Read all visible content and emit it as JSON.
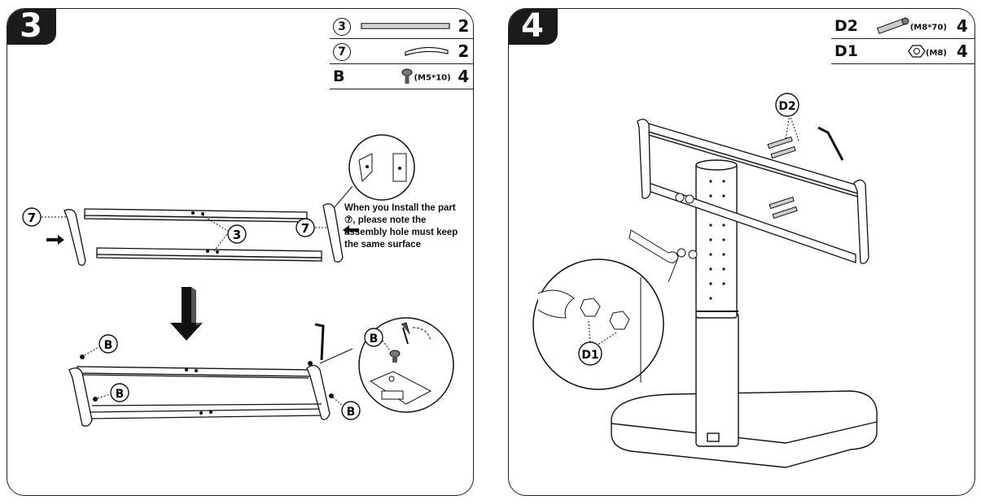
{
  "step3": {
    "number": "3",
    "parts": [
      {
        "id": "3",
        "qty": "2",
        "spec": ""
      },
      {
        "id": "7",
        "qty": "2",
        "spec": ""
      },
      {
        "id": "B",
        "qty": "4",
        "spec": "(M5*10)"
      }
    ],
    "note": "When you Install the part ⑦, please note the assembly hole must keep the same surface",
    "callouts": {
      "part7": "7",
      "part3": "3",
      "bolt": "B"
    }
  },
  "step4": {
    "number": "4",
    "parts": [
      {
        "id": "D2",
        "qty": "4",
        "spec": "(M8*70)"
      },
      {
        "id": "D1",
        "qty": "4",
        "spec": "(M8)"
      }
    ],
    "callouts": {
      "d2": "D2",
      "d1": "D1"
    }
  }
}
